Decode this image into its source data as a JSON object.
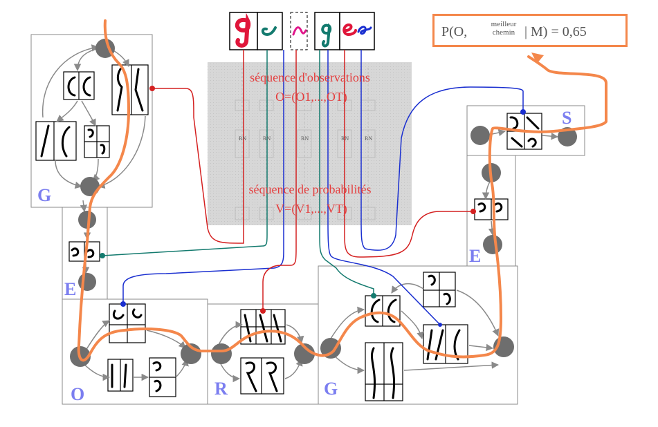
{
  "observation_sequence": {
    "title": "séquence d'observations",
    "formula": "O=(O1,...,OT)"
  },
  "probability_sequence": {
    "title": "séquence de probabilités",
    "formula": "V=(V1,...,VT)"
  },
  "nn_label": "RN",
  "probability_box": {
    "prefix": "P(O,",
    "sup": "meilleur",
    "sub": "chemin",
    "suffix": "| M) = 0,65"
  },
  "models": [
    {
      "letter": "G",
      "id": "g1"
    },
    {
      "letter": "E",
      "id": "e1"
    },
    {
      "letter": "O",
      "id": "o"
    },
    {
      "letter": "R",
      "id": "r"
    },
    {
      "letter": "G",
      "id": "g2"
    },
    {
      "letter": "E",
      "id": "e2"
    },
    {
      "letter": "S",
      "id": "s"
    }
  ],
  "colors": {
    "best_path": "#f4874b",
    "letter": "#7b7ef0",
    "seq_text": "#e53e3e",
    "red_link": "#d42020",
    "blue_link": "#1a2fd0",
    "teal_link": "#137a6e",
    "state": "#6e6e6e",
    "arrow": "#8a8a8a",
    "box_border": "#8a8a8a"
  }
}
